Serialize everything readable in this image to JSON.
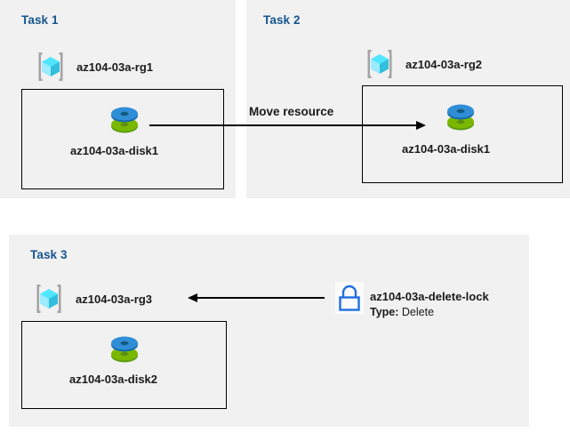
{
  "diagram": {
    "title_prefix": "Task",
    "panels": [
      {
        "id": "task1",
        "title": "Task 1",
        "resource_group": {
          "name": "az104-03a-rg1",
          "icon": "resource-group-icon"
        },
        "resource": {
          "name": "az104-03a-disk1",
          "icon": "managed-disk-icon"
        }
      },
      {
        "id": "task2",
        "title": "Task 2",
        "resource_group": {
          "name": "az104-03a-rg2",
          "icon": "resource-group-icon"
        },
        "resource": {
          "name": "az104-03a-disk1",
          "icon": "managed-disk-icon"
        }
      },
      {
        "id": "task3",
        "title": "Task 3",
        "resource_group": {
          "name": "az104-03a-rg3",
          "icon": "resource-group-icon"
        },
        "resource": {
          "name": "az104-03a-disk2",
          "icon": "managed-disk-icon"
        },
        "lock": {
          "name": "az104-03a-delete-lock",
          "type_label": "Type:",
          "type_value": "Delete",
          "icon": "lock-icon"
        }
      }
    ],
    "connectors": [
      {
        "id": "move-resource",
        "caption": "Move resource",
        "direction": "right"
      },
      {
        "id": "lock-applies-to-rg3",
        "caption": "",
        "direction": "left"
      }
    ],
    "colors": {
      "panel_background": "#f1f1f1",
      "page_background": "#ffffff",
      "title_blue": "#16558f",
      "border_black": "#000000",
      "rg_cube_cyan": "#50e6ff",
      "rg_cube_cyan_dark": "#32bedd",
      "rg_bracket_gray": "#a3a3a3",
      "disk_blue": "#1f8ddb",
      "disk_green": "#7ab800",
      "lock_blue": "#1f6fe0",
      "text_dark": "#1a1a1a"
    }
  }
}
